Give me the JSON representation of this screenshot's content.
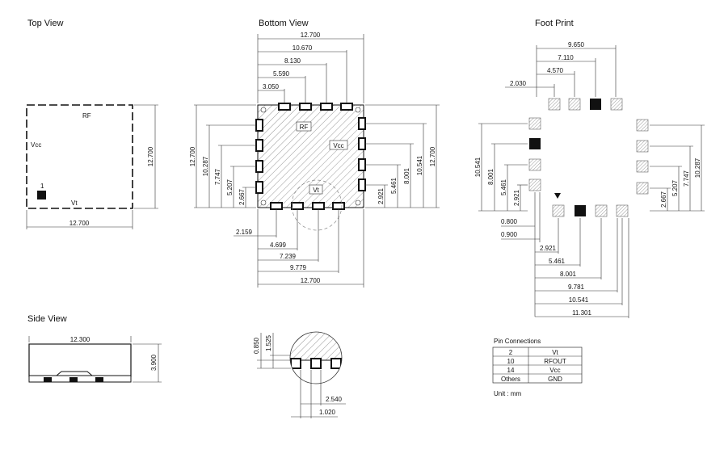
{
  "views": {
    "top": "Top View",
    "bottom": "Bottom View",
    "footprint": "Foot Print",
    "side": "Side View"
  },
  "top_view": {
    "rf": "RF",
    "vcc": "Vcc",
    "vt": "Vt",
    "pin1": "1",
    "width": "12.700",
    "height": "12.700"
  },
  "bottom_view": {
    "rf": "RF",
    "vcc": "Vcc",
    "vt": "Vt",
    "top_dims": [
      "12.700",
      "10.670",
      "8.130",
      "5.590",
      "3.050"
    ],
    "left_dims": [
      "12.700",
      "10.287",
      "7.747",
      "5.207",
      "2.667"
    ],
    "right_dims": [
      "12.700",
      "10.541",
      "8.001",
      "5.461",
      "2.921"
    ],
    "bottom_dims": [
      "2.159",
      "4.699",
      "7.239",
      "9.779",
      "12.700"
    ]
  },
  "footprint": {
    "top_dims": [
      "9.650",
      "7.110",
      "4.570",
      "2.030"
    ],
    "left_dims": [
      "10.541",
      "8.001",
      "5.461",
      "2.921"
    ],
    "right_dims": [
      "2.667",
      "7.747",
      "5.207",
      "10.287"
    ],
    "bottom_dims": [
      "0.800",
      "0.900",
      "2.921",
      "5.461",
      "8.001",
      "9.781",
      "10.541",
      "11.301"
    ]
  },
  "side_view": {
    "width": "12.300",
    "height": "3.900"
  },
  "detail": {
    "dims": [
      "0.850",
      "1.525",
      "2.540",
      "1.020"
    ]
  },
  "pin_table": {
    "title": "Pin Connections",
    "rows": [
      {
        "pin": "2",
        "name": "Vt"
      },
      {
        "pin": "10",
        "name": "RFOUT"
      },
      {
        "pin": "14",
        "name": "Vcc"
      },
      {
        "pin": "Others",
        "name": "GND"
      }
    ]
  },
  "unit": "Unit : mm"
}
